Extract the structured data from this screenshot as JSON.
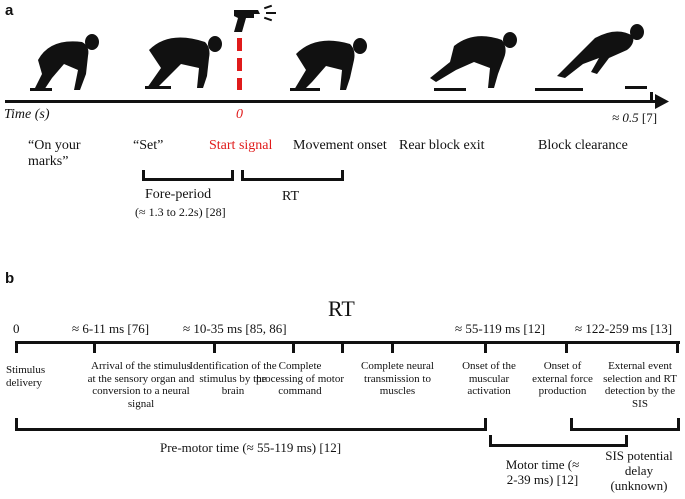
{
  "panel_a": {
    "label": "a",
    "axis_label": "Time (s)",
    "zero_label": "0",
    "end_label": "≈ 0.5",
    "end_ref": "[7]",
    "events": {
      "marks": "“On your marks”",
      "set": "“Set”",
      "start": "Start signal",
      "movement": "Movement onset",
      "rear_exit": "Rear block exit",
      "clearance": "Block clearance"
    },
    "foreperiod_label": "Fore-period",
    "foreperiod_range": "(≈ 1.3 to 2.2s) [28]",
    "rt_label": "RT"
  },
  "panel_b": {
    "label": "b",
    "title": "RT",
    "zero_label": "0",
    "tick_labels": {
      "t1": "≈ 6-11 ms [76]",
      "t2": "≈ 10-35 ms [85, 86]",
      "t3": "≈ 55-119 ms [12]",
      "t4": "≈ 122-259 ms [13]"
    },
    "stages": {
      "s1": "Stimulus delivery",
      "s2": "Arrival of the stimulus at the sensory organ and conversion to a neural signal",
      "s3": "Identification of the stimulus by the brain",
      "s4": "Complete processing of motor command",
      "s5": "Complete neural transmission to muscles",
      "s6": "Onset of the muscular activation",
      "s7": "Onset of external force production",
      "s8": "External event selection and RT detection by the SIS"
    },
    "premotor_label": "Pre-motor time (≈ 55-119 ms) [12]",
    "motor_label": "Motor time (≈ 2-39 ms) [12]",
    "sis_label": "SIS potential delay (unknown)"
  }
}
